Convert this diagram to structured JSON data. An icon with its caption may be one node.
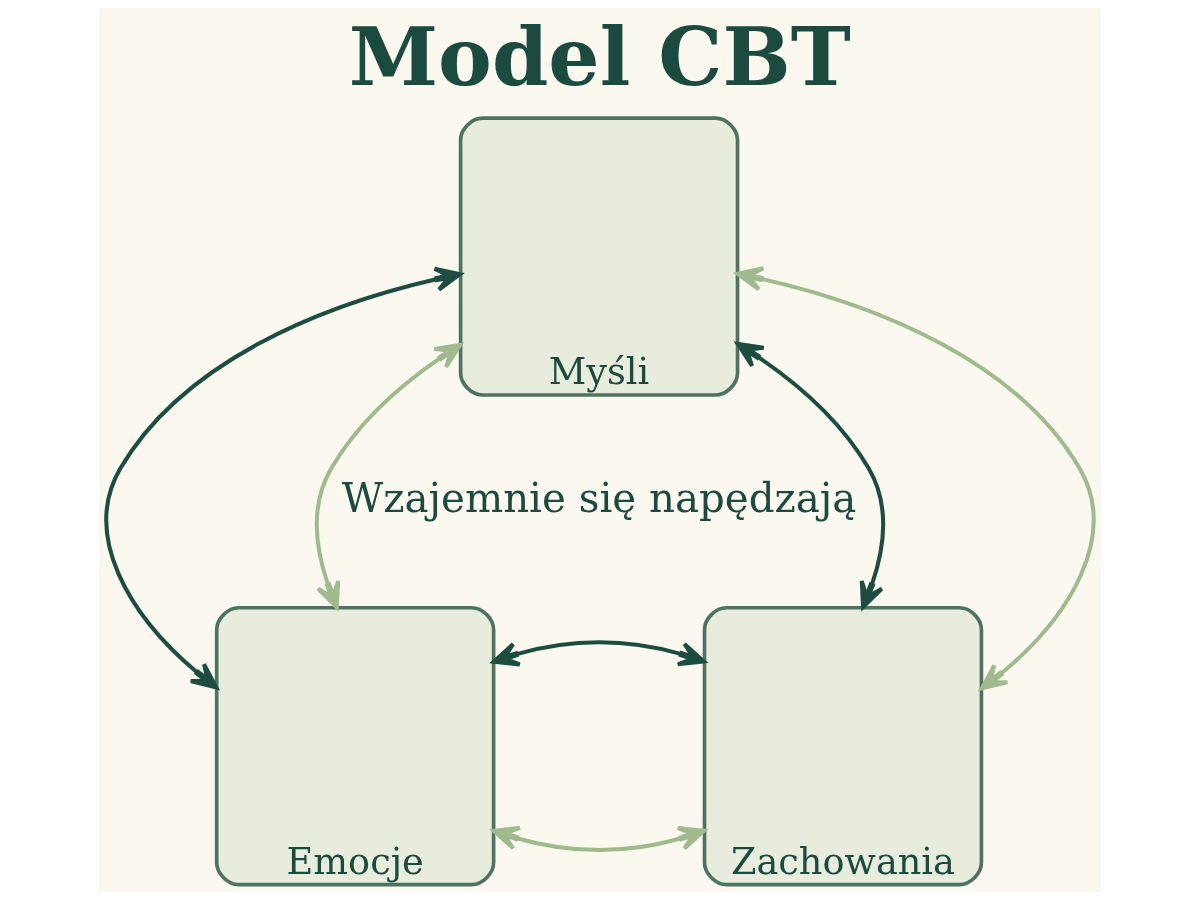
{
  "diagram": {
    "title": "Model CBT",
    "nodes": [
      {
        "text": [
          "Myśli"
        ]
      },
      {
        "text": [
          "Emocje"
        ]
      },
      {
        "text": [
          "Zachowania"
        ]
      }
    ],
    "edges": [
      {
        "from": 0,
        "to": 1,
        "arrow": "both",
        "color": "#1d4d40"
      },
      {
        "from": 0,
        "to": 1,
        "arrow": "both",
        "color": "#9fbb8e"
      },
      {
        "from": 0,
        "to": 2,
        "arrow": "both",
        "color": "#1d4d40"
      },
      {
        "from": 0,
        "to": 2,
        "arrow": "both",
        "color": "#9fbb8e"
      },
      {
        "from": 1,
        "to": 2,
        "arrow": "both",
        "color": "#9fbb8e"
      },
      {
        "from": 1,
        "to": 2,
        "arrow": "both",
        "color": "#1d4d40"
      }
    ],
    "labels": [
      "Wzajemnie się napędzają"
    ]
  }
}
